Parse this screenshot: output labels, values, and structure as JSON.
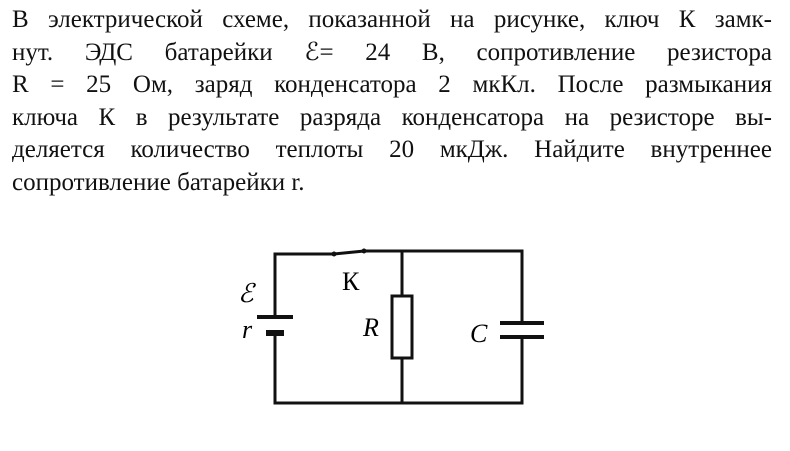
{
  "problem": {
    "lines": [
      "В электрической схеме, показанной на рисунке, ключ К замк-",
      "нут. ЭДС батарейки ℰ= 24 В, сопротивление резистора",
      "R = 25 Ом, заряд конденсатора 2 мкКл. После размыкания",
      "ключа К в результате разряда конденсатора на резисторе вы-",
      "деляется количество теплоты 20 мкДж. Найдите внутреннее",
      "сопротивление батарейки r."
    ]
  },
  "figure": {
    "emf_label": "ℰ",
    "internal_resistance_label": "r",
    "switch_label": "К",
    "resistor_label": "R",
    "capacitor_label": "C"
  }
}
